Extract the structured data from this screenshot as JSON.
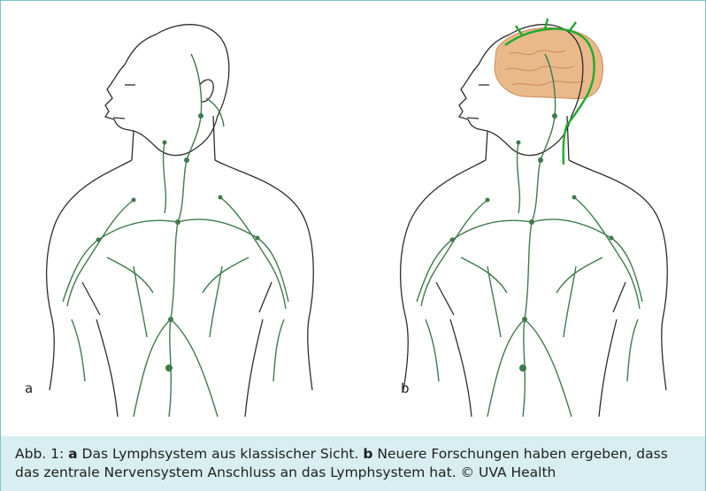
{
  "figure": {
    "panel_a_label": "a",
    "panel_b_label": "b",
    "caption": {
      "prefix": "Abb. 1: ",
      "a_marker": "a",
      "a_text": " Das Lymphsystem aus klassischer Sicht. ",
      "b_marker": "b",
      "b_text": " Neuere Forschungen haben ergeben, dass das zentrale Nervensystem Anschluss an das Lymphsystem hat. © UVA Health"
    },
    "colors": {
      "lymph": "#3f7a4c",
      "new_vessel": "#1faa2e",
      "brain": "#e9b98a",
      "border": "#7cc3c9",
      "caption_bg": "#d8eef0"
    }
  }
}
